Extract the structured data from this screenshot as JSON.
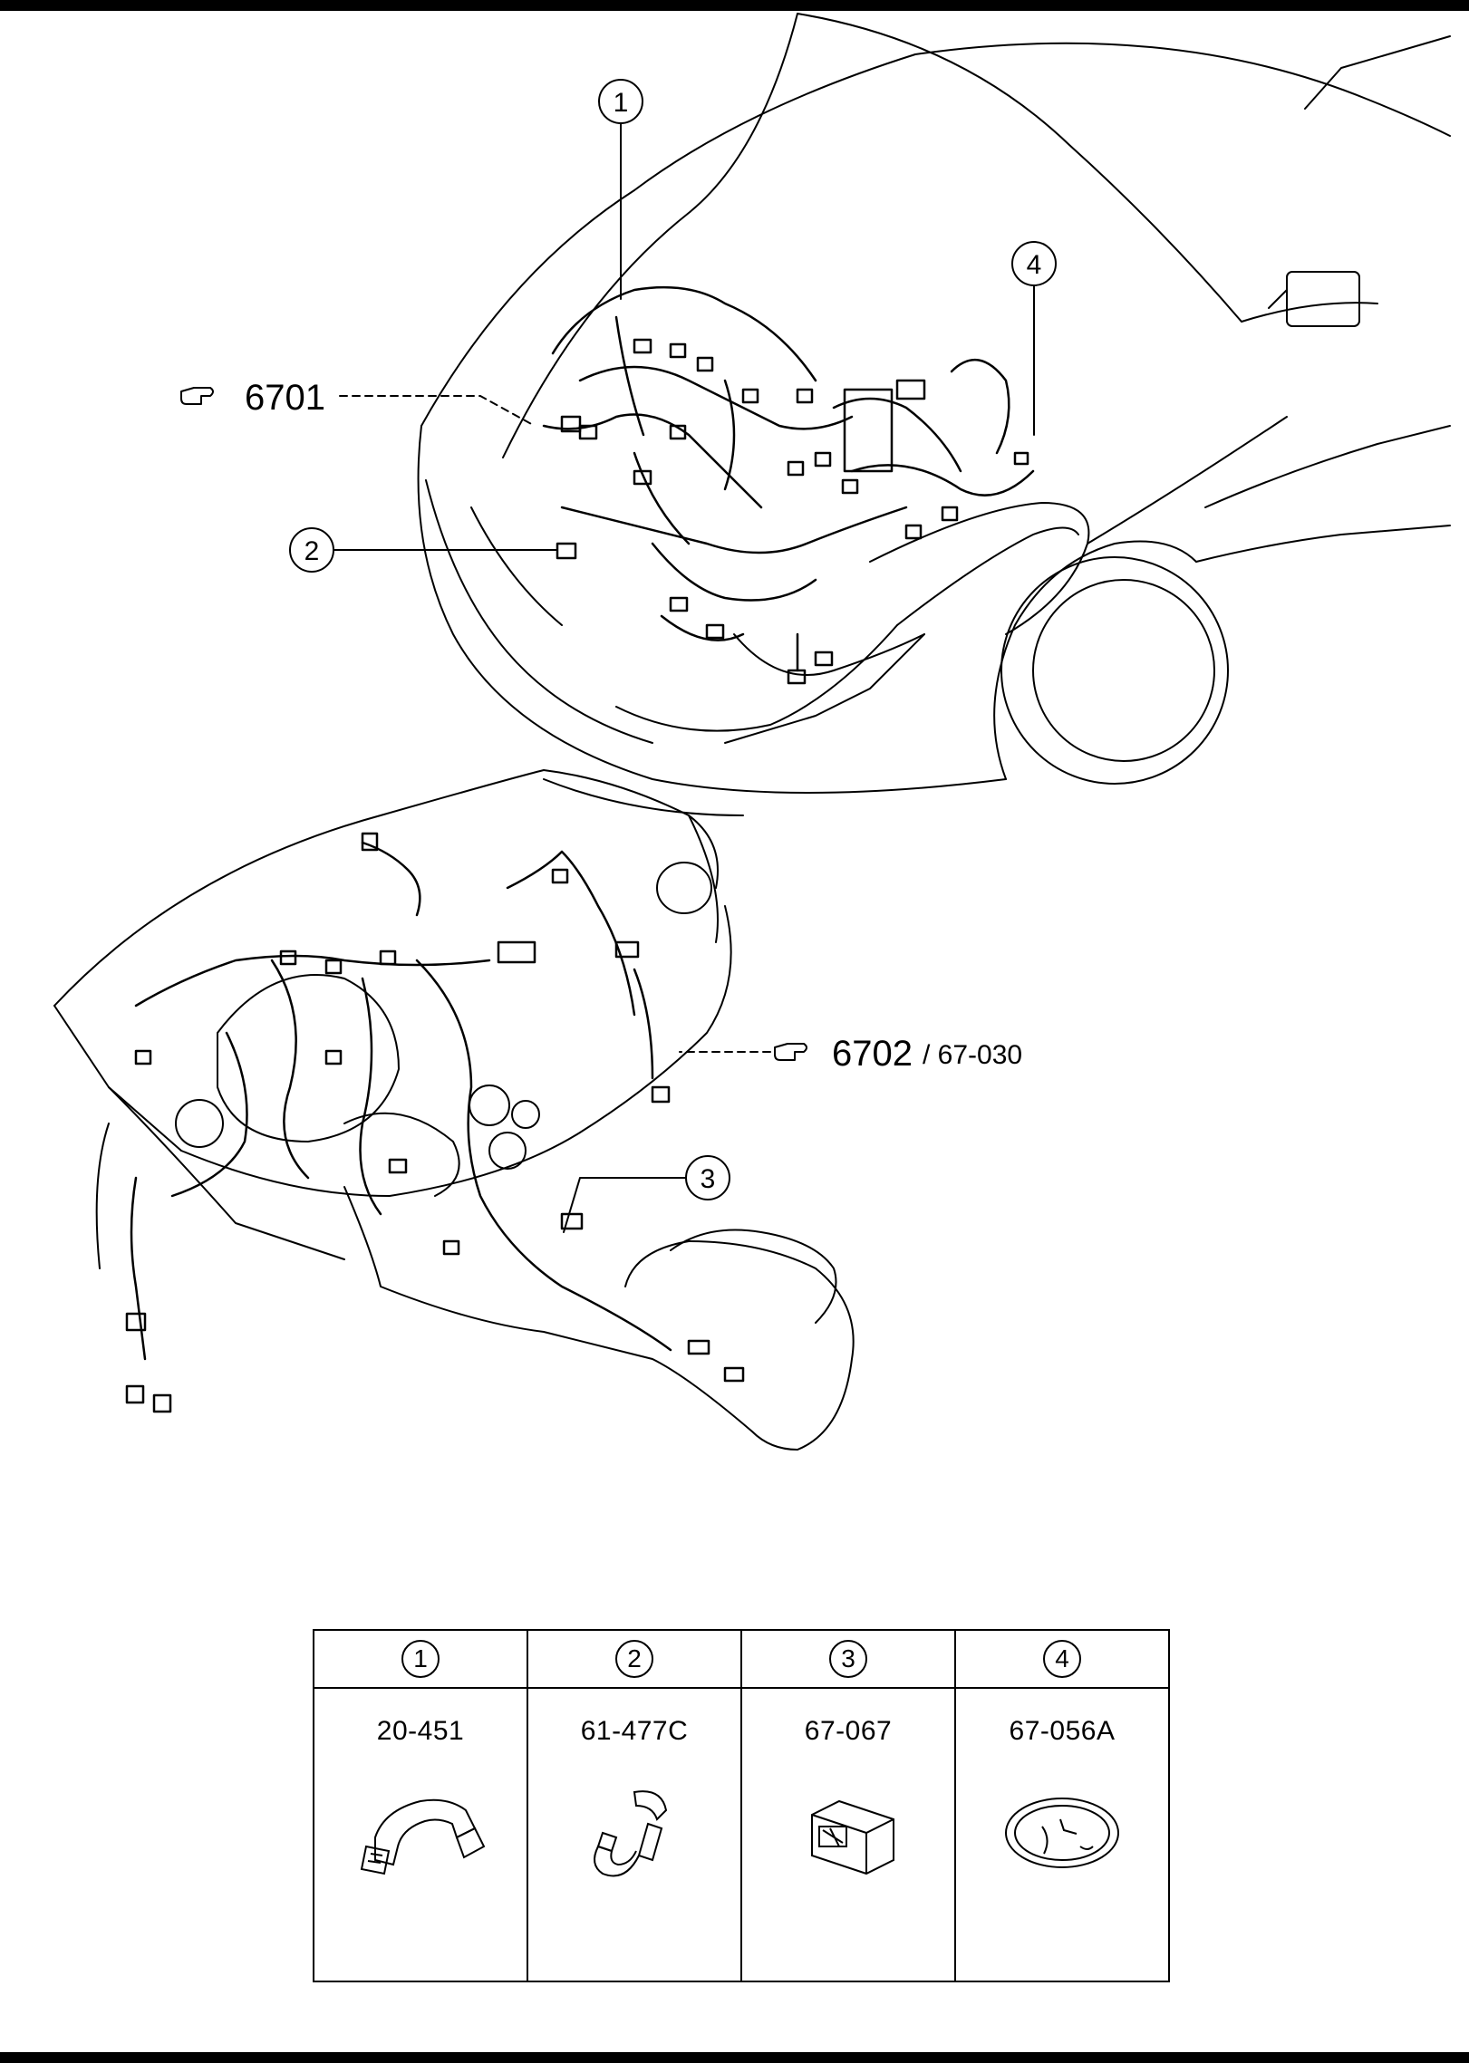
{
  "diagram": {
    "callouts": [
      {
        "num": "1"
      },
      {
        "num": "2"
      },
      {
        "num": "3"
      },
      {
        "num": "4"
      }
    ],
    "references": {
      "engine_ref": "6701",
      "dash_ref": "6702",
      "dash_ref_sub": "/ 67-030"
    }
  },
  "parts_table": {
    "columns": [
      {
        "num": "1",
        "part": "20-451"
      },
      {
        "num": "2",
        "part": "61-477C"
      },
      {
        "num": "3",
        "part": "67-067"
      },
      {
        "num": "4",
        "part": "67-056A"
      }
    ]
  }
}
